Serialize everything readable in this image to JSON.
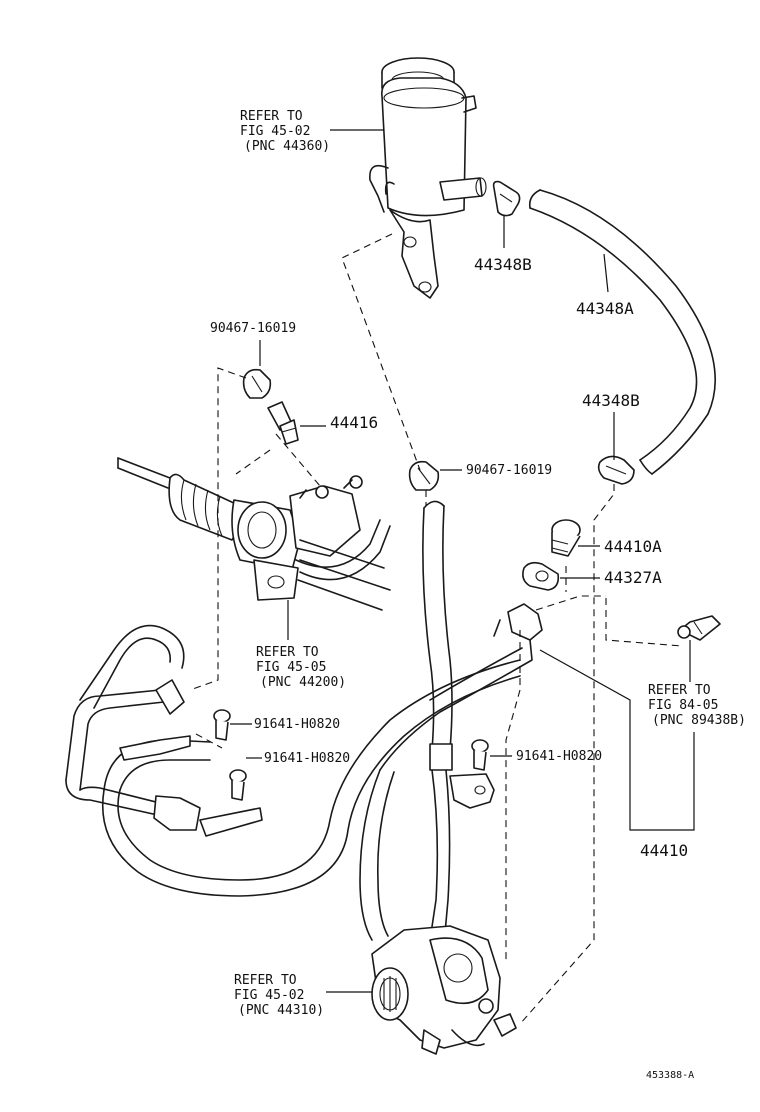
{
  "labels": {
    "reservoir_ref": {
      "line1": "REFER TO",
      "line2": "FIG 45-02",
      "line3": "(PNC 44360)"
    },
    "clamp_upper": "44348B",
    "hose_return": "44348A",
    "clamp_lower": "44348B",
    "clip_upper": "90467-16019",
    "union_bolt_part": "44416",
    "clip_middle": "90467-16019",
    "union_bolt_a": "44410A",
    "gasket": "44327A",
    "gear_ref": {
      "line1": "REFER TO",
      "line2": "FIG 45-05",
      "line3": "(PNC 44200)"
    },
    "bolt_1": "91641-H0820",
    "bolt_2": "91641-H0820",
    "bolt_3": "91641-H0820",
    "sensor_ref": {
      "line1": "REFER TO",
      "line2": "FIG 84-05",
      "line3": "(PNC 89438B)"
    },
    "pressure_tube": "44410",
    "pump_ref": {
      "line1": "REFER TO",
      "line2": "FIG 45-02",
      "line3": "(PNC 44310)"
    },
    "diagram_code": "453388-A"
  }
}
